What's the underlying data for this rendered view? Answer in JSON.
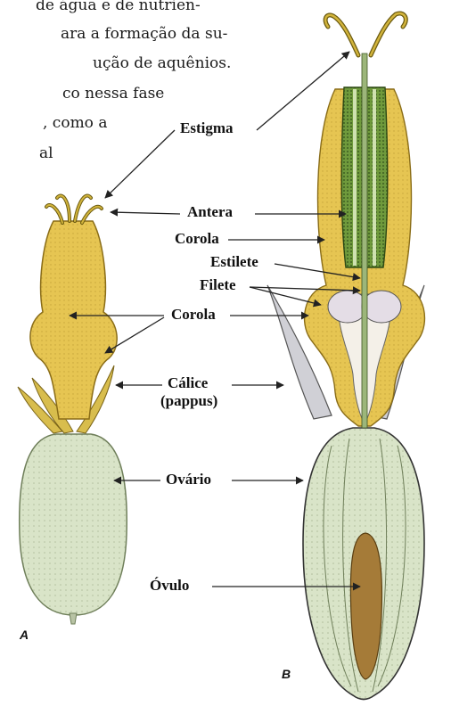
{
  "text_lines": [
    "de água e de nutrien-",
    "ara a formação da su-",
    "ução de aquênios.",
    "co nessa fase",
    ", como a",
    "al"
  ],
  "labels": {
    "estigma": "Estigma",
    "antera": "Antera",
    "corola_b": "Corola",
    "estilete": "Estilete",
    "filete": "Filete",
    "corola_ab": "Corola",
    "calice": "Cálice",
    "pappus": "(pappus)",
    "ovario": "Ovário",
    "ovulo": "Óvulo"
  },
  "panels": {
    "a": "A",
    "b": "B"
  },
  "colors": {
    "corolla": "#e6c552",
    "corolla_dark": "#c9a232",
    "calyx": "#d0d0d6",
    "ovary": "#d9e4c8",
    "ovary_dark": "#a9be95",
    "anther": "#6f9a3c",
    "ovule": "#a57b38",
    "line": "#222222"
  }
}
